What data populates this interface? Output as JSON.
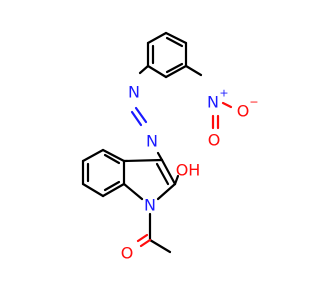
{
  "molecule": {
    "atom_labels": {
      "n_azo_upper": "N",
      "n_azo_lower": "N",
      "n_indole": "N",
      "n_nitro": "N",
      "nitro_plus": "+",
      "o_nitro_right": "O",
      "o_nitro_right_minus": "−",
      "o_nitro_down": "O",
      "o_hydroxyl": "OH",
      "o_carbonyl": "O"
    },
    "colors": {
      "carbon_bond": "#000000",
      "nitrogen": "#1a1aff",
      "oxygen": "#ff0d0d"
    }
  }
}
